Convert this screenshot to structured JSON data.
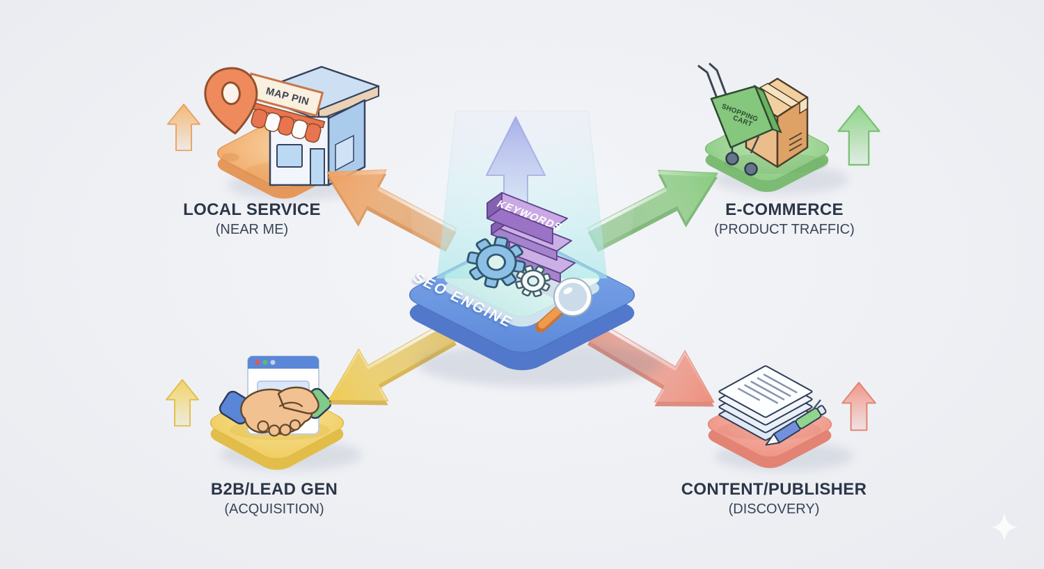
{
  "center": {
    "platform_label": "SEO ENGINE",
    "keywords_label": "KEYWORDS",
    "platform_color": "#6b97e3",
    "inner_surface_color": "#e3f6f1",
    "beam_color": "#bfe9ec",
    "up_arrow_color": "#aab3e8",
    "keywords_block_color": "#9b73c6"
  },
  "nodes": {
    "local_service": {
      "title": "LOCAL SERVICE",
      "subtitle": "(NEAR ME)",
      "sign_label": "MAP PIN",
      "platform_color": "#f2ab6b",
      "arrow_color": "#f0a264",
      "pin_color": "#ee8a5c"
    },
    "ecommerce": {
      "title": "E-COMMERCE",
      "subtitle": "(PRODUCT TRAFFIC)",
      "cart_label_line1": "SHOPPING",
      "cart_label_line2": "CART",
      "platform_color": "#93ce89",
      "arrow_color": "#8ccf84",
      "box_color": "#eabd8b"
    },
    "b2b_lead_gen": {
      "title": "B2B/LEAD GEN",
      "subtitle": "(ACQUISITION)",
      "platform_color": "#f2cf63",
      "arrow_color": "#eecb52",
      "sleeve_left_color": "#5b86d8",
      "sleeve_right_color": "#7ecb8a"
    },
    "content_publisher": {
      "title": "CONTENT/PUBLISHER",
      "subtitle": "(DISCOVERY)",
      "platform_color": "#f09384",
      "arrow_color": "#ee8d7b",
      "pen_colors": [
        "#7390dc",
        "#8fd58d"
      ]
    }
  }
}
